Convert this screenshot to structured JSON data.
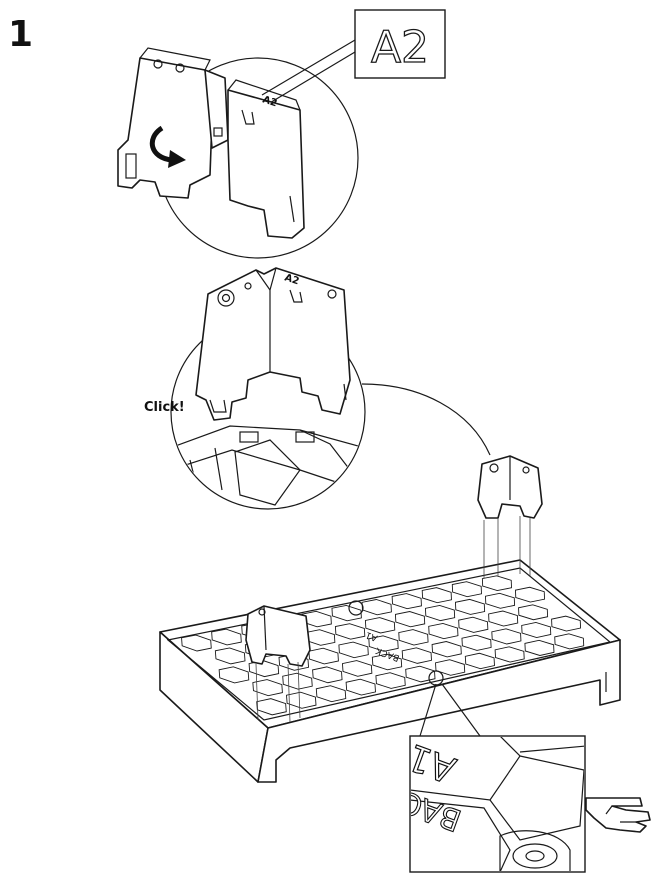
{
  "step": {
    "number": "1"
  },
  "labels": {
    "part_id": "A2",
    "part_id_small": "A2",
    "click": "Click!",
    "plate_text_a1": "A1",
    "plate_text_back": "BACK"
  },
  "icons": [
    "rotate-arrow-icon",
    "pointing-hand-icon"
  ]
}
